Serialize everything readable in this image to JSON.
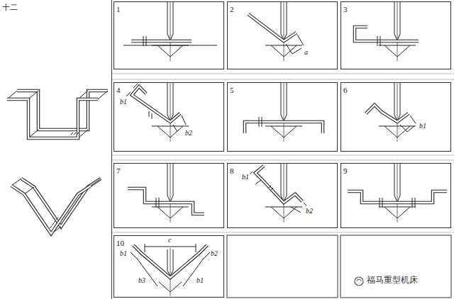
{
  "diagram": {
    "nodes": [
      {
        "text": [
          "十二"
        ]
      },
      {
        "text": [
          "1"
        ]
      },
      {
        "text": [
          "2"
        ]
      },
      {
        "text": [
          "3"
        ]
      },
      {
        "text": [
          "4"
        ]
      },
      {
        "text": [
          "5"
        ]
      },
      {
        "text": [
          "6"
        ]
      },
      {
        "text": [
          "7"
        ]
      },
      {
        "text": [
          "8"
        ]
      },
      {
        "text": [
          "9"
        ]
      },
      {
        "text": [
          "10"
        ]
      }
    ],
    "labels": [
      "a",
      "b1",
      "b2",
      "b1",
      "b1",
      "b2",
      "b1",
      "c",
      "b2",
      "b3",
      "b1",
      "福马重型机床"
    ]
  }
}
